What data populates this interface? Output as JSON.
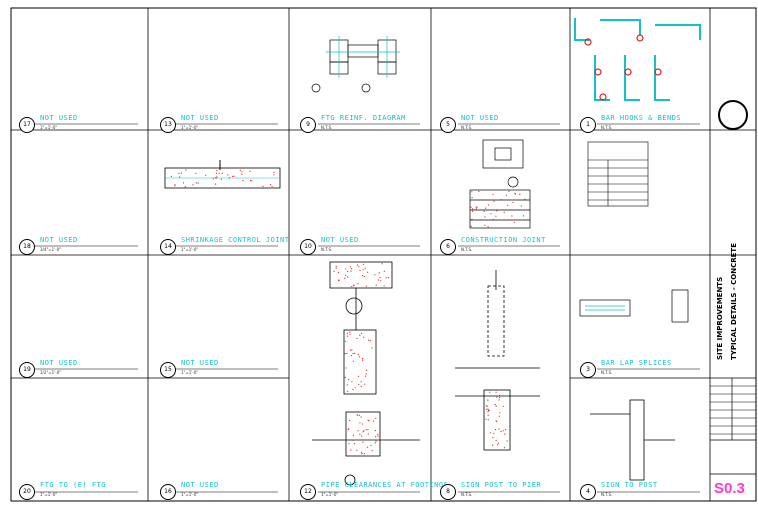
{
  "details": [
    {
      "num": "17",
      "title": "NOT USED",
      "scale": "1\"=1'-0\""
    },
    {
      "num": "13",
      "title": "NOT USED",
      "scale": "1\"=1'-0\""
    },
    {
      "num": "9",
      "title": "FTG REINF. DIAGRAM",
      "scale": "N.T.S."
    },
    {
      "num": "5",
      "title": "NOT USED",
      "scale": "N.T.S."
    },
    {
      "num": "1",
      "title": "BAR HOOKS & BENDS",
      "scale": "N.T.S."
    },
    {
      "num": "18",
      "title": "NOT USED",
      "scale": "3/4\"=1'-0\""
    },
    {
      "num": "14",
      "title": "SHRINKAGE CONTROL JOINT",
      "scale": "1\"=1'-0\""
    },
    {
      "num": "10",
      "title": "NOT USED",
      "scale": "N.T.S."
    },
    {
      "num": "6",
      "title": "CONSTRUCTION JOINT",
      "scale": "N.T.S."
    },
    {
      "num": "19",
      "title": "NOT USED",
      "scale": "1/2\"=1'-0\""
    },
    {
      "num": "15",
      "title": "NOT USED",
      "scale": "1\"=1'-0\""
    },
    {
      "num": "3",
      "title": "BAR LAP SPLICES",
      "scale": "N.T.S."
    },
    {
      "num": "20",
      "title": "FTG TO (E) FTG",
      "scale": "1\"=1'-0\""
    },
    {
      "num": "16",
      "title": "NOT USED",
      "scale": "1\"=1'-0\""
    },
    {
      "num": "12",
      "title": "PIPE CLEARANCES AT FOOTINGS",
      "scale": "1\"=1'-0\""
    },
    {
      "num": "8",
      "title": "SIGN POST TO PIER",
      "scale": "N.T.S."
    },
    {
      "num": "4",
      "title": "SIGN TO POST",
      "scale": "N.T.S."
    }
  ],
  "title_block": {
    "project": "SITE IMPROVEMENTS",
    "sheet_title": "TYPICAL DETAILS - CONCRETE",
    "sheet_number": "S0.3"
  },
  "colors": {
    "label": "#13c2c8",
    "sheet_number": "#ff3bd0",
    "concrete_dots": "#e02020",
    "linework": "#000000"
  }
}
